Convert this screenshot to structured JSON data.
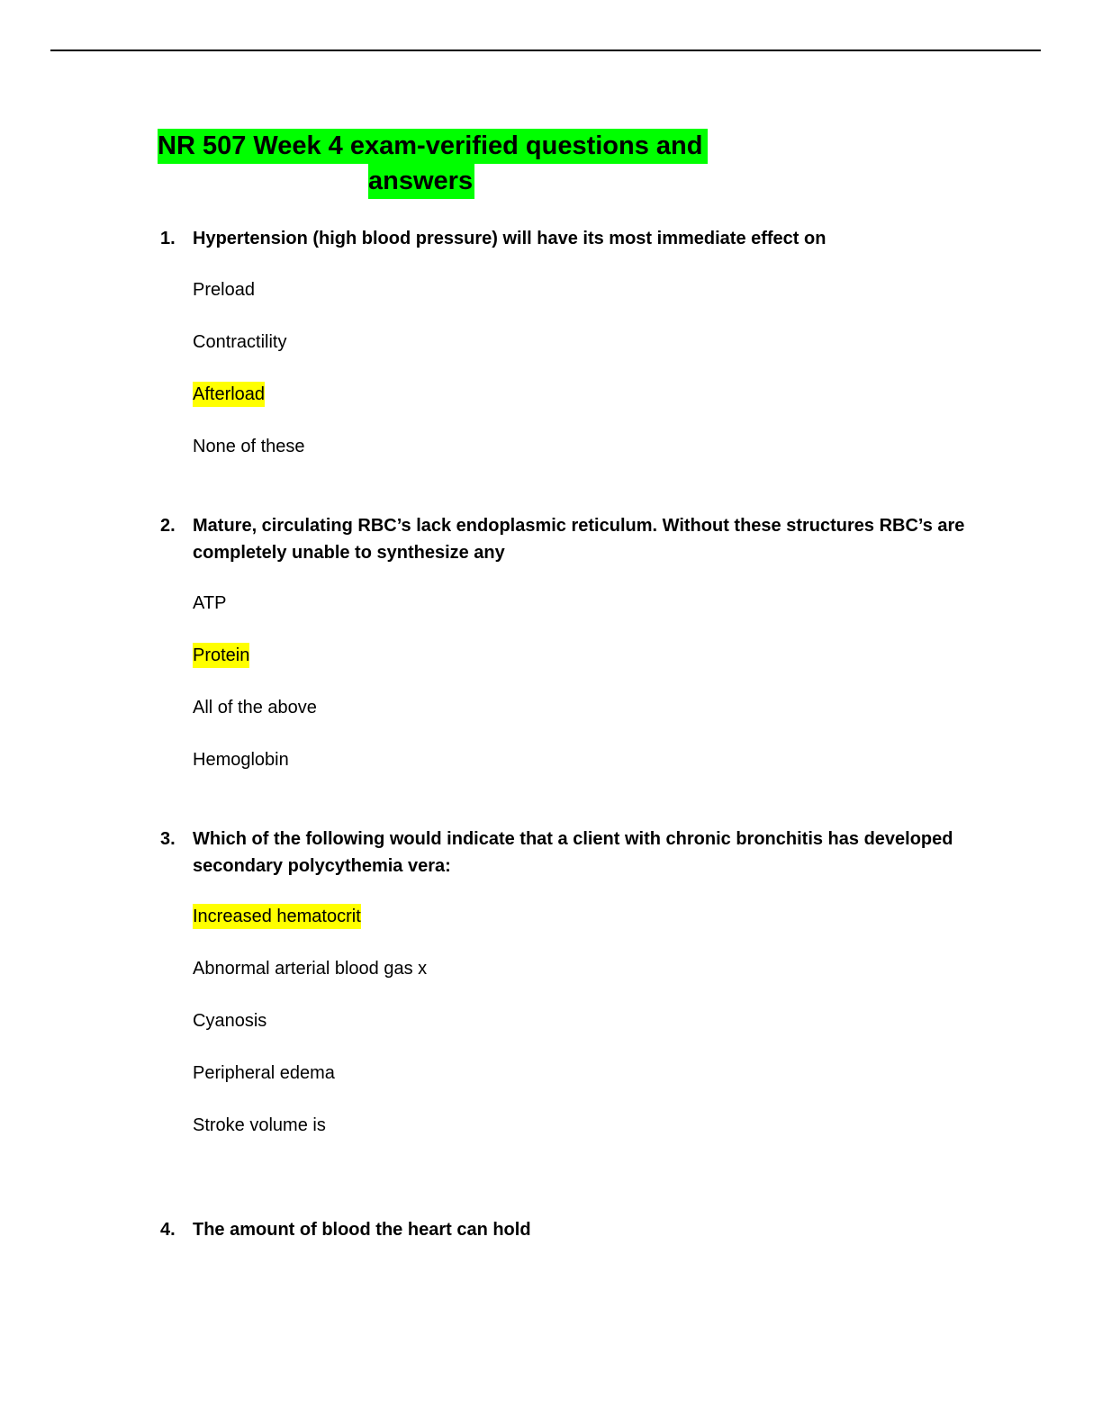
{
  "title": {
    "line1": "NR 507 Week 4 exam-verified questions and",
    "line2": "answers"
  },
  "questions": [
    {
      "number": "1.",
      "text": "Hypertension (high blood pressure) will have its most immediate effect on",
      "options": [
        "Preload",
        "Contractility",
        "Afterload",
        "None of these"
      ],
      "highlighted_option": "Afterload"
    },
    {
      "number": "2.",
      "text": "Mature, circulating RBC’s lack endoplasmic reticulum. Without these structures RBC’s are completely unable to synthesize any",
      "options": [
        "ATP",
        "Protein",
        "All of the above",
        "Hemoglobin"
      ],
      "highlighted_option": "Protein"
    },
    {
      "number": "3.",
      "text": "Which of the following would indicate that a client with chronic bronchitis has developed secondary polycythemia vera:",
      "options": [
        "Increased hematocrit",
        "Abnormal arterial blood gas x",
        "Cyanosis",
        "Peripheral edema",
        "Stroke volume is"
      ],
      "highlighted_option": "Increased hematocrit"
    },
    {
      "number": "4.",
      "text": "The amount of blood the heart can hold",
      "options": []
    }
  ],
  "colors": {
    "title_highlight": "#00ff00",
    "answer_highlight": "#ffff00"
  }
}
